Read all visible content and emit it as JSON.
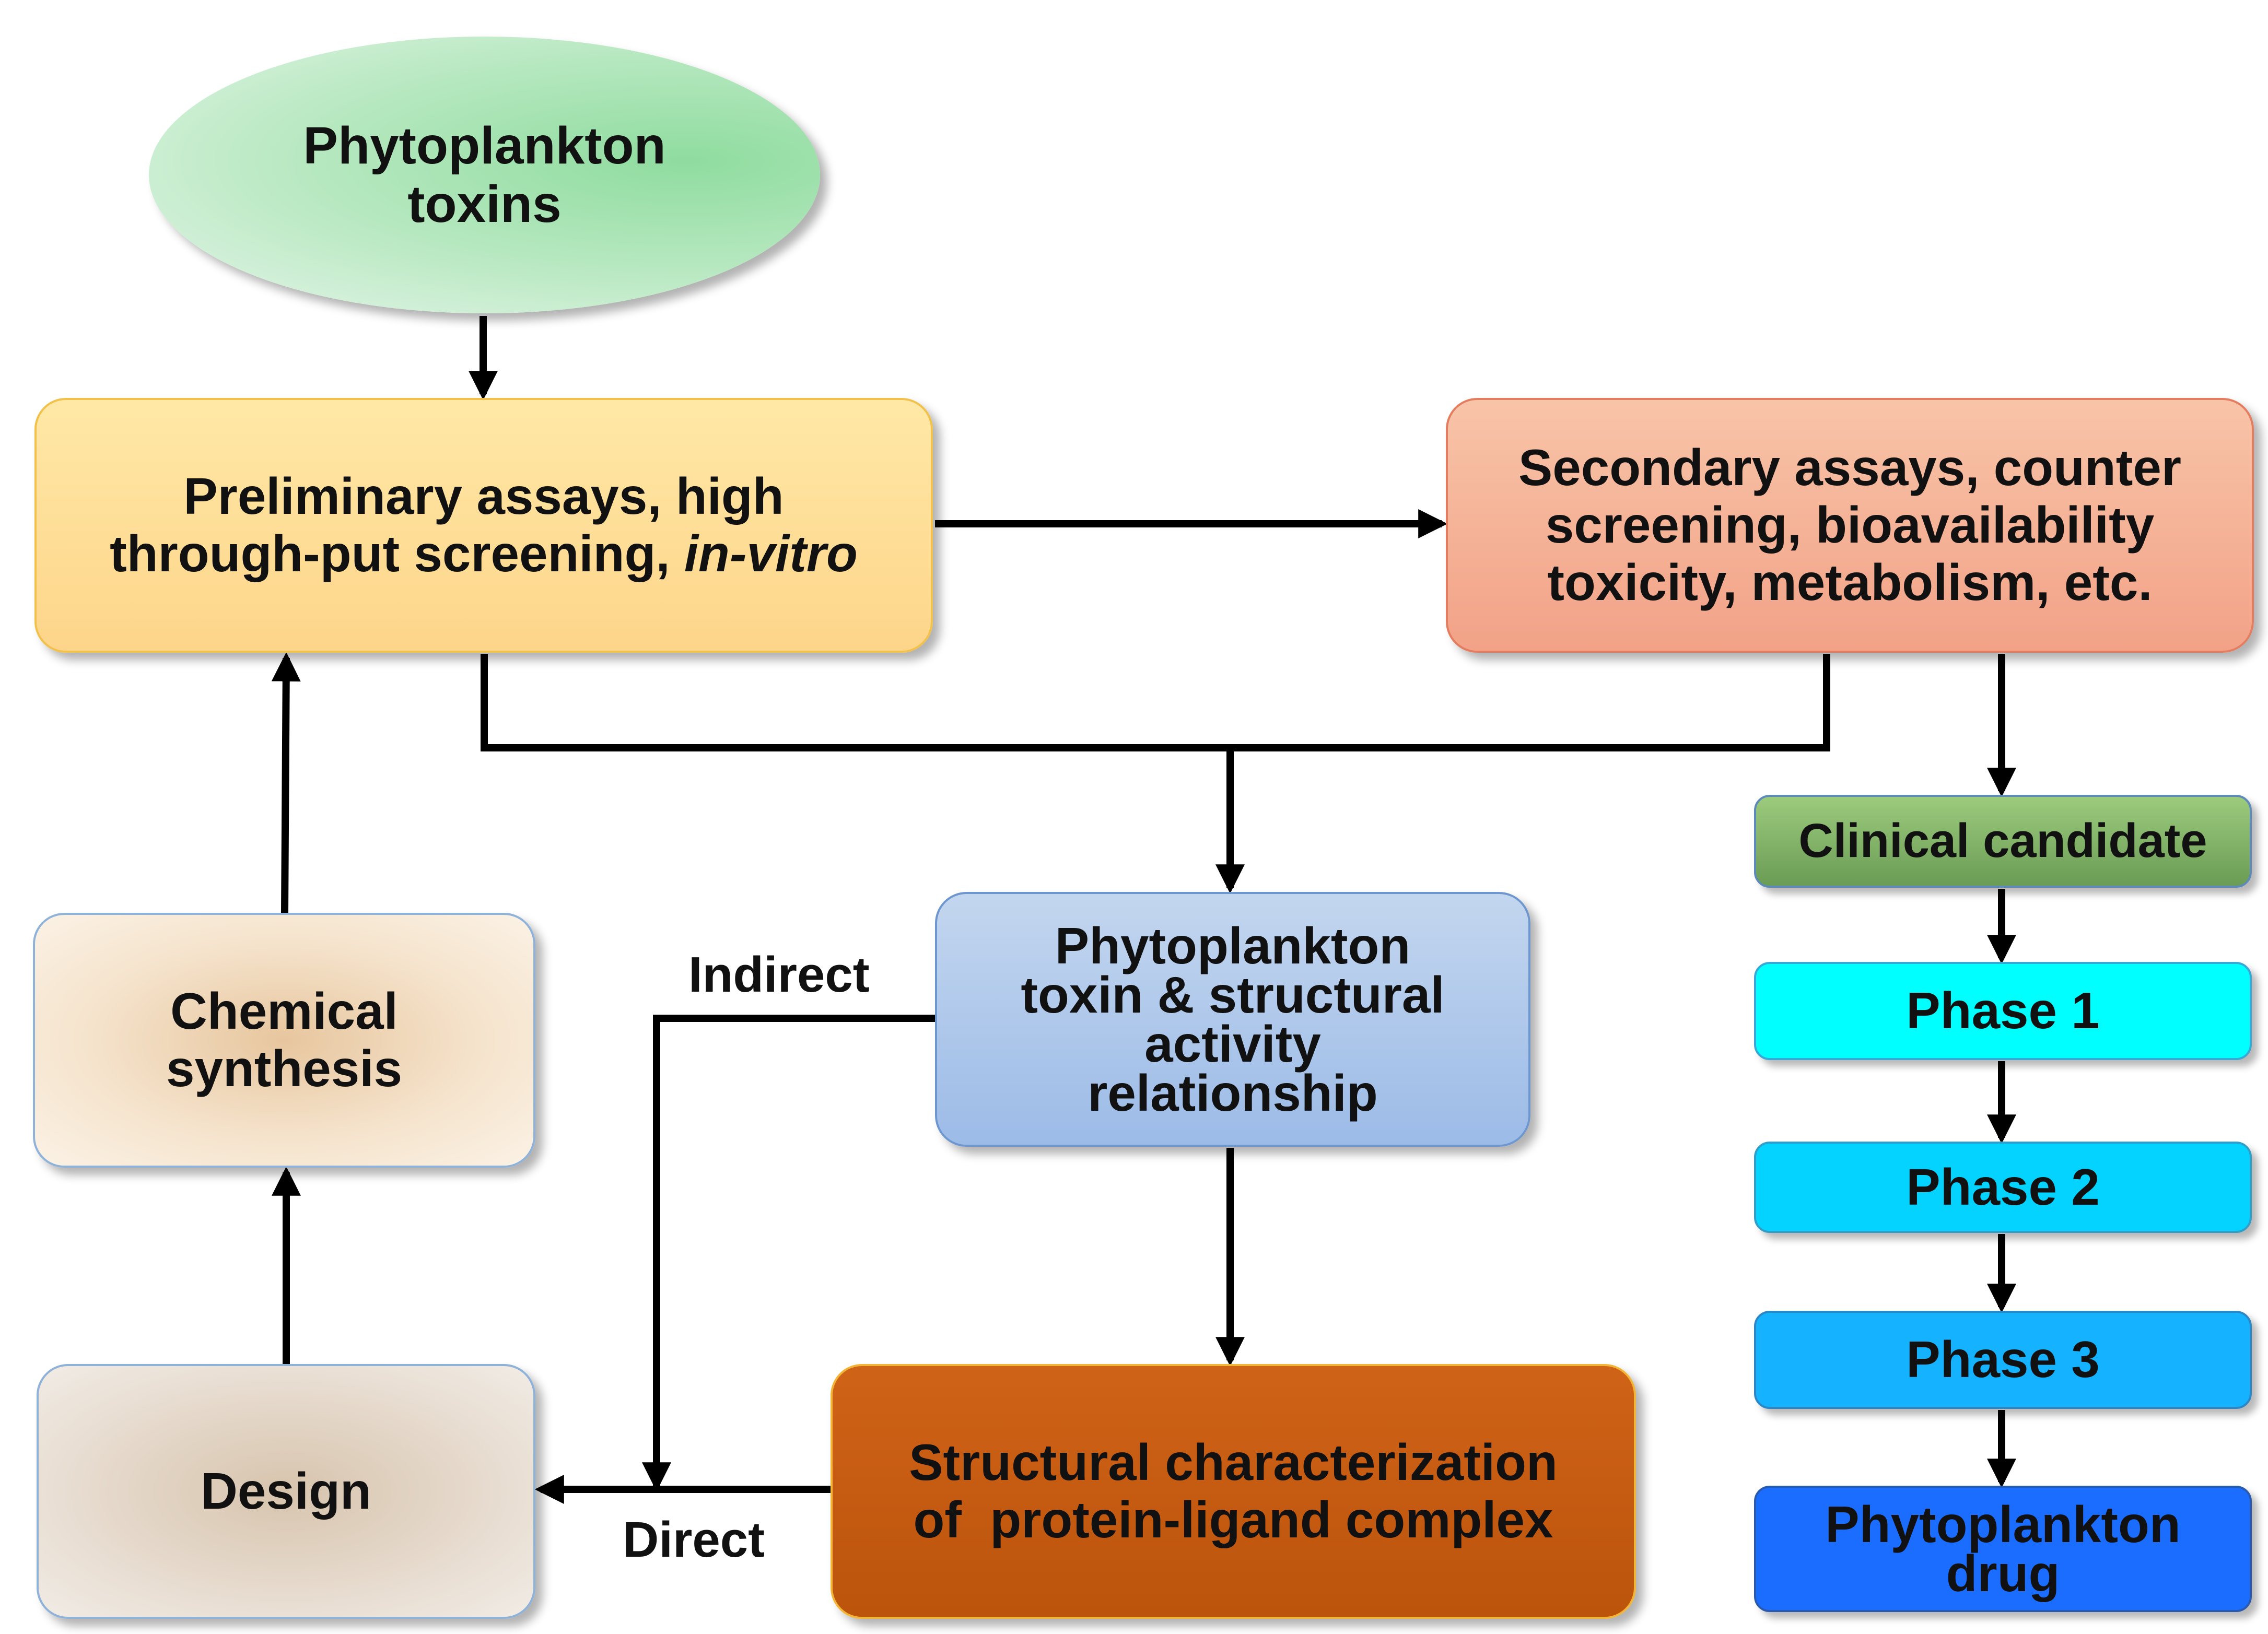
{
  "nodes": {
    "toxins": {
      "line1": "Phytoplankton",
      "line2": "toxins"
    },
    "preliminary": {
      "line1": "Preliminary assays, high",
      "line2_main": "through-put screening, ",
      "line2_italic": "in-vitro"
    },
    "secondary": {
      "line1": "Secondary assays, counter",
      "line2": "screening, bioavailability",
      "line3": "toxicity, metabolism, etc."
    },
    "sar": {
      "line1": "Phytoplankton",
      "line2": "toxin & structural",
      "line3": "activity",
      "line4": "relationship"
    },
    "chemical": {
      "line1": "Chemical",
      "line2": "synthesis"
    },
    "design": {
      "line1": "Design"
    },
    "structural": {
      "line1": "Structural characterization",
      "line2": "of  protein-ligand complex"
    },
    "clinical": {
      "line1": "Clinical candidate"
    },
    "phase1": {
      "line1": "Phase 1"
    },
    "phase2": {
      "line1": "Phase 2"
    },
    "phase3": {
      "line1": "Phase 3"
    },
    "drug": {
      "line1": "Phytoplankton",
      "line2": "drug"
    }
  },
  "edge_labels": {
    "indirect": "Indirect",
    "direct": "Direct"
  },
  "colors": {
    "arrow": "#000000",
    "toxins": "#8fdc9f",
    "preliminary": "#fdd58a",
    "secondary": "#f2a287",
    "sar": "#9cbbe7",
    "chemical": "#e7c69e",
    "design": "#d7c4ad",
    "structural": "#bc540c",
    "clinical": "#6b9c55",
    "phase1": "#00ffff",
    "phase2": "#04d3ff",
    "phase3": "#14b2ff",
    "drug": "#1a6dff"
  }
}
